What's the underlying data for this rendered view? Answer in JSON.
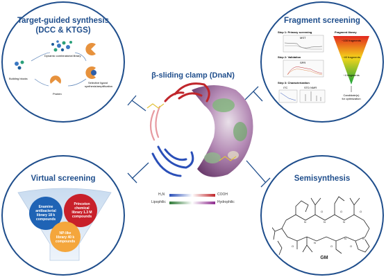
{
  "center": {
    "title": "β-sliding clamp (DnaN)",
    "n_term": "H₂N",
    "c_term": "COOH",
    "lipophilic": "Lipophilic",
    "hydrophilic": "Hydrophilic"
  },
  "tl": {
    "title_line1": "Target-guided synthesis",
    "title_line2": "(DCC & KTGS)",
    "label_library": "Dynamic combinatorial library",
    "label_blocks": "Building blocks",
    "label_protein": "Protein",
    "label_selective_1": "Selective ligand",
    "label_selective_2": "synthesis/amplification"
  },
  "tr": {
    "title": "Fragment screening",
    "step1": "Step 1: Primary screening",
    "mst": "MST",
    "step2": "Step 2: Validation",
    "spr": "SPR",
    "step3": "Step 3: Characterization",
    "itc": "ITC",
    "std_nmr": "STD NMR",
    "frag_library": "Fragment library",
    "n_fragments": "~100 fragments",
    "n_hits": "~40 fragments",
    "few_hits": "~4 fragments",
    "candidates_1": "Candidate(s)",
    "candidates_2": "for optimization"
  },
  "bl": {
    "title": "Virtual screening",
    "c1_l1": "Enamine",
    "c1_l2": "antibacterial",
    "c1_l3": "library 18 k",
    "c1_l4": "compounds",
    "c2_l1": "Princeton",
    "c2_l2": "chemical",
    "c2_l3": "library 1.3 M",
    "c2_l4": "compounds",
    "c3_l1": "NP-like",
    "c3_l2": "library 40 k",
    "c3_l3": "compounds"
  },
  "br": {
    "title": "Semisynthesis",
    "compound": "GM"
  },
  "colors": {
    "circle_border": "#1f4e8c",
    "title_blue": "#1f4e8c",
    "helix_red": "#c0262b",
    "helix_blue": "#2a4fb8",
    "surface_purple": "#8e4a8f",
    "surface_green": "#5f9f5a"
  }
}
